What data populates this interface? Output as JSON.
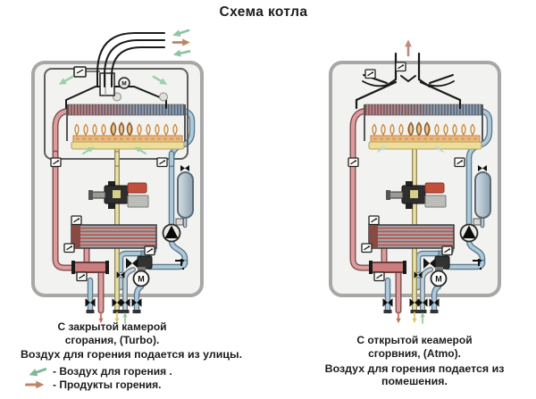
{
  "title": "Схема котла",
  "left_boiler": {
    "caption_line1": "С закрытой камерой",
    "caption_line2": "сгорания, (Turbo).",
    "subcaption": "Воздух для горения подается из улицы."
  },
  "right_boiler": {
    "caption_line1": "С открытой кеамерой",
    "caption_line2": "сгорвния, (Atmo).",
    "subcaption": "Воздух для горения подается из помешения."
  },
  "legend": {
    "items": [
      {
        "icon": "combustion-air-arrow",
        "color": "#7fb896",
        "label": "- Воздух для горения ."
      },
      {
        "icon": "combustion-products-arrow",
        "color": "#bd8468",
        "label": "- Продукты горения."
      }
    ]
  },
  "labels": {
    "fan_motor": "М",
    "valve_motor": "M"
  },
  "colors": {
    "hot_water_pipe": "#de9c9c",
    "cold_water_pipe": "#aecbdc",
    "gas_pipe": "#e9e2a8",
    "combustion_air_arrow": "#8fc4a4",
    "flue_gas_arrow": "#bd8468",
    "boiler_body": "#f2f2f0"
  }
}
